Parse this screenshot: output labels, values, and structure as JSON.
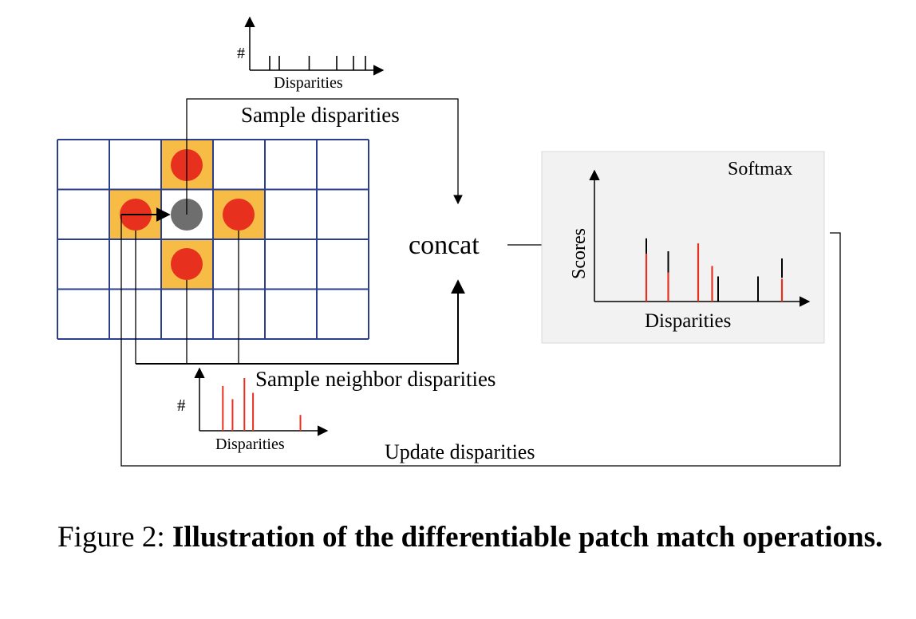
{
  "labels": {
    "hash_top": "#",
    "disparities_top": "Disparities",
    "sample_disparities": "Sample disparities",
    "concat": "concat",
    "softmax": "Softmax",
    "scores": "Scores",
    "disparities_softmax": "Disparities",
    "sample_neighbor": "Sample neighbor disparities",
    "hash_bottom": "#",
    "disparities_bottom": "Disparities",
    "update_disparities": "Update disparities"
  },
  "caption": {
    "prefix": "Figure 2: ",
    "bold": "Illustration of the differentiable patch match operations."
  },
  "colors": {
    "grid": "#2b3f8c",
    "highlight": "#f7bc45",
    "red_dot": "#e8301f",
    "gray_dot": "#6e6e6e",
    "red_line": "#e8301f",
    "panel_bg": "#f2f2f2"
  },
  "histograms": {
    "top": {
      "bars": [
        0.45,
        0.45,
        0.45,
        0.45,
        0.45,
        0.45
      ],
      "positions": [
        0.12,
        0.2,
        0.45,
        0.68,
        0.82,
        0.92
      ]
    },
    "bottom": {
      "bars": [
        0.85,
        0.6,
        1.0,
        0.72,
        0.3
      ],
      "positions": [
        0.18,
        0.27,
        0.38,
        0.46,
        0.9
      ]
    },
    "softmax": {
      "black": [
        [
          0.24,
          0.88
        ],
        [
          0.35,
          0.7
        ],
        [
          0.6,
          0.35
        ],
        [
          0.8,
          0.35
        ],
        [
          0.92,
          0.6
        ]
      ],
      "red": [
        [
          0.24,
          0.74
        ],
        [
          0.35,
          0.45
        ],
        [
          0.5,
          0.9
        ],
        [
          0.57,
          0.55
        ],
        [
          0.92,
          0.35
        ]
      ]
    }
  }
}
